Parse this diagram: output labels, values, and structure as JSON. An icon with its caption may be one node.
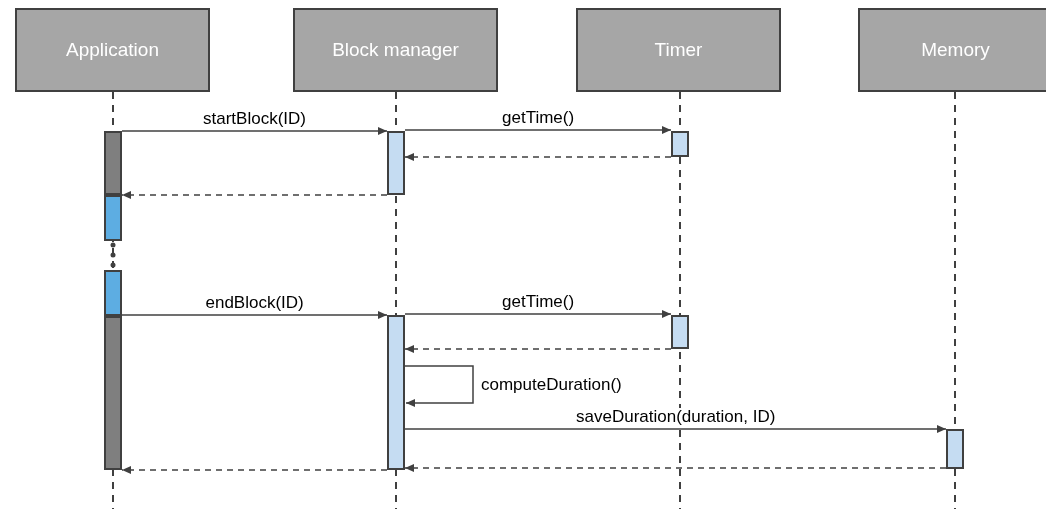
{
  "diagram": {
    "nodes": [
      {
        "text": [
          "Application"
        ]
      },
      {
        "text": [
          "Block manager"
        ]
      },
      {
        "text": [
          "Timer"
        ]
      },
      {
        "text": [
          "Memory"
        ]
      },
      {
        "text": [],
        "shape": "bar"
      },
      {
        "text": [],
        "shape": "bar"
      },
      {
        "text": [],
        "shape": "bar"
      },
      {
        "text": [],
        "shape": "bar"
      },
      {
        "text": [],
        "shape": "bar"
      },
      {
        "text": [],
        "shape": "bar"
      },
      {
        "text": [],
        "shape": "bar"
      },
      {
        "text": [],
        "shape": "bar"
      },
      {
        "text": [],
        "shape": "bar"
      }
    ],
    "edges": [
      {
        "from": 4,
        "to": 8,
        "arrow": "to",
        "label": "startBlock(ID)"
      },
      {
        "from": 8,
        "to": 9,
        "arrow": "to",
        "label": "getTime()"
      },
      {
        "from": 9,
        "to": 8,
        "arrow": "to",
        "style": "dashed"
      },
      {
        "from": 8,
        "to": 4,
        "arrow": "to",
        "style": "dashed"
      },
      {
        "from": 7,
        "to": 10,
        "arrow": "to",
        "label": "endBlock(ID)"
      },
      {
        "from": 10,
        "to": 11,
        "arrow": "to",
        "label": "getTime()"
      },
      {
        "from": 11,
        "to": 10,
        "arrow": "to",
        "style": "dashed"
      },
      {
        "from": 10,
        "to": 10,
        "arrow": "to",
        "label": "computeDuration()"
      },
      {
        "from": 10,
        "to": 12,
        "arrow": "to",
        "label": "saveDuration(duration, ID)"
      },
      {
        "from": 12,
        "to": 10,
        "arrow": "to",
        "style": "dashed"
      },
      {
        "from": 10,
        "to": 7,
        "arrow": "to",
        "style": "dashed"
      }
    ]
  }
}
